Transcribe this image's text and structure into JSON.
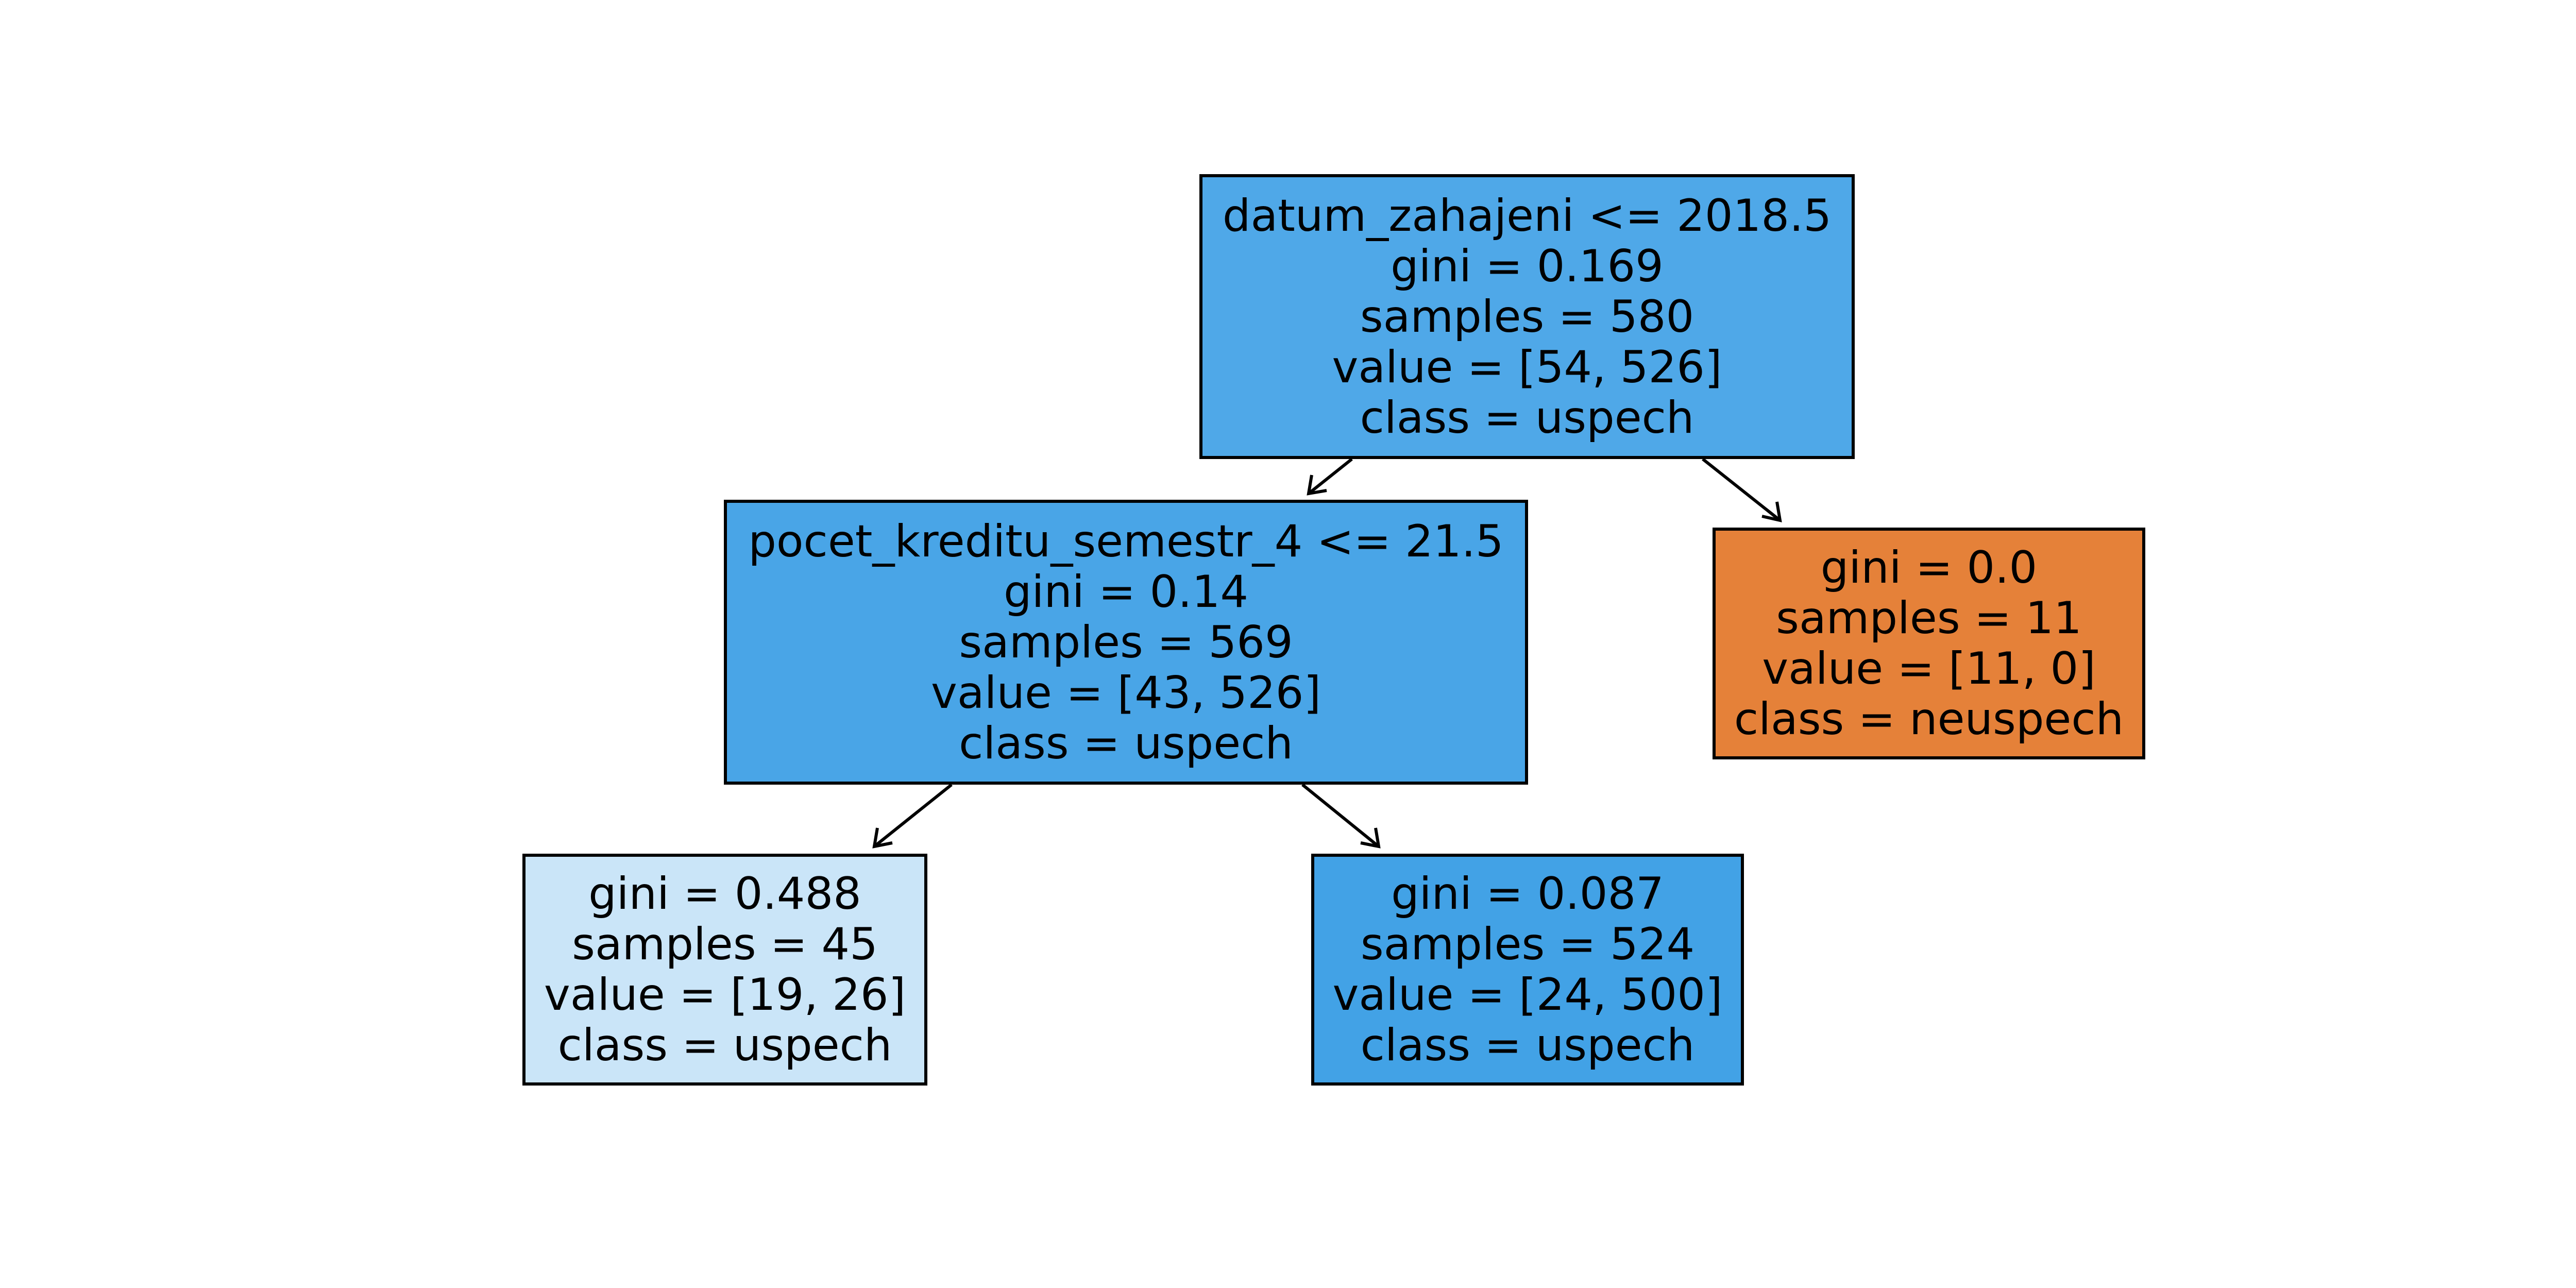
{
  "colors": {
    "class_uspech": "#399de5",
    "class_neuspech": "#e58139",
    "border": "#000000",
    "edge": "#000000",
    "background": "#ffffff"
  },
  "nodes": {
    "root": {
      "split": "datum_zahajeni <= 2018.5",
      "gini": "gini = 0.169",
      "samples": "samples = 580",
      "value": "value = [54, 526]",
      "class": "class = uspech",
      "fill": "#4fa8e8"
    },
    "left": {
      "split": "pocet_kreditu_semestr_4 <= 21.5",
      "gini": "gini = 0.14",
      "samples": "samples = 569",
      "value": "value = [43, 526]",
      "class": "class = uspech",
      "fill": "#49a5e7"
    },
    "right": {
      "gini": "gini = 0.0",
      "samples": "samples = 11",
      "value": "value = [11, 0]",
      "class": "class = neuspech",
      "fill": "#e58139"
    },
    "left_left": {
      "gini": "gini = 0.488",
      "samples": "samples = 45",
      "value": "value = [19, 26]",
      "class": "class = uspech",
      "fill": "#cae5f8"
    },
    "left_right": {
      "gini": "gini = 0.087",
      "samples": "samples = 524",
      "value": "value = [24, 500]",
      "class": "class = uspech",
      "fill": "#42a2e6"
    }
  }
}
